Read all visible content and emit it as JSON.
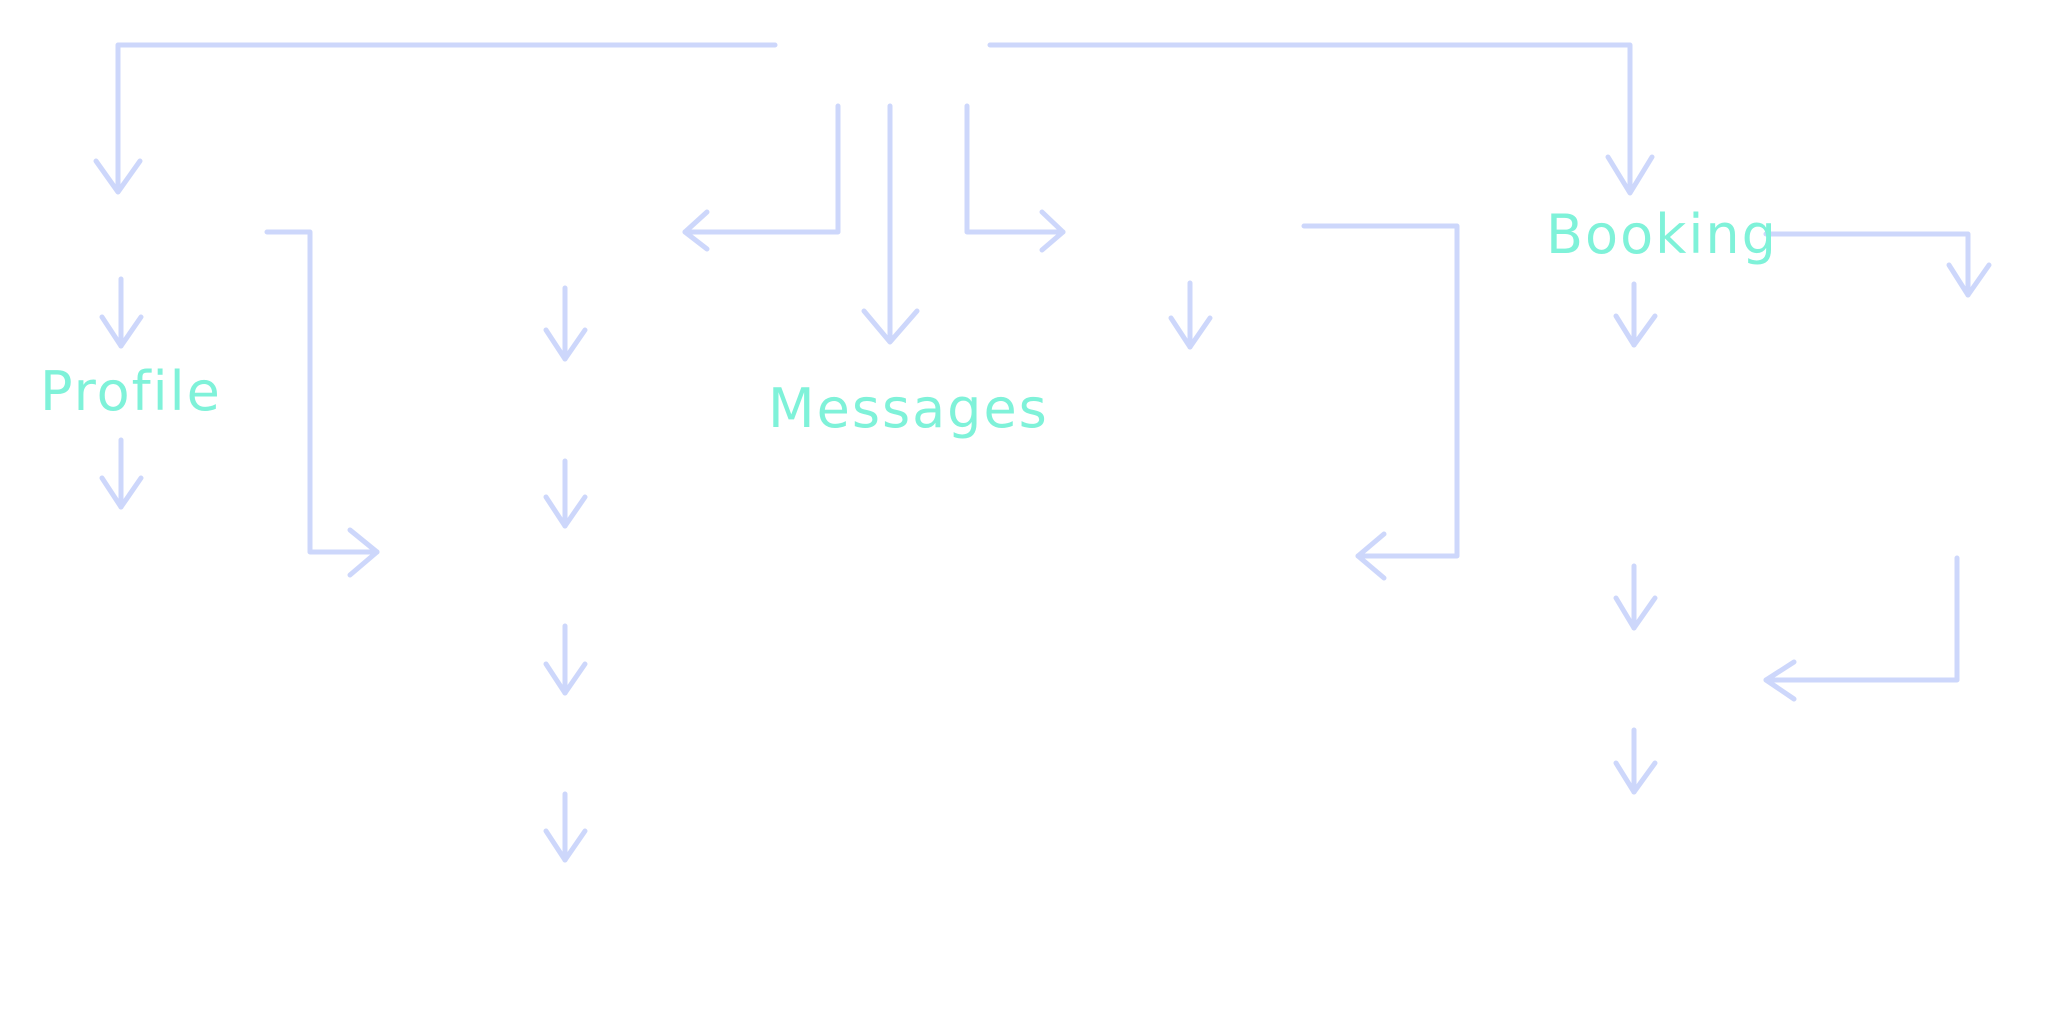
{
  "diagram": {
    "nodes": {
      "profile": {
        "label": "Profile"
      },
      "messages": {
        "label": "Messages"
      },
      "booking": {
        "label": "Booking"
      }
    }
  },
  "colors": {
    "connector": "#cdd7fb",
    "label": "#7ff2d9",
    "background": "#ffffff"
  }
}
